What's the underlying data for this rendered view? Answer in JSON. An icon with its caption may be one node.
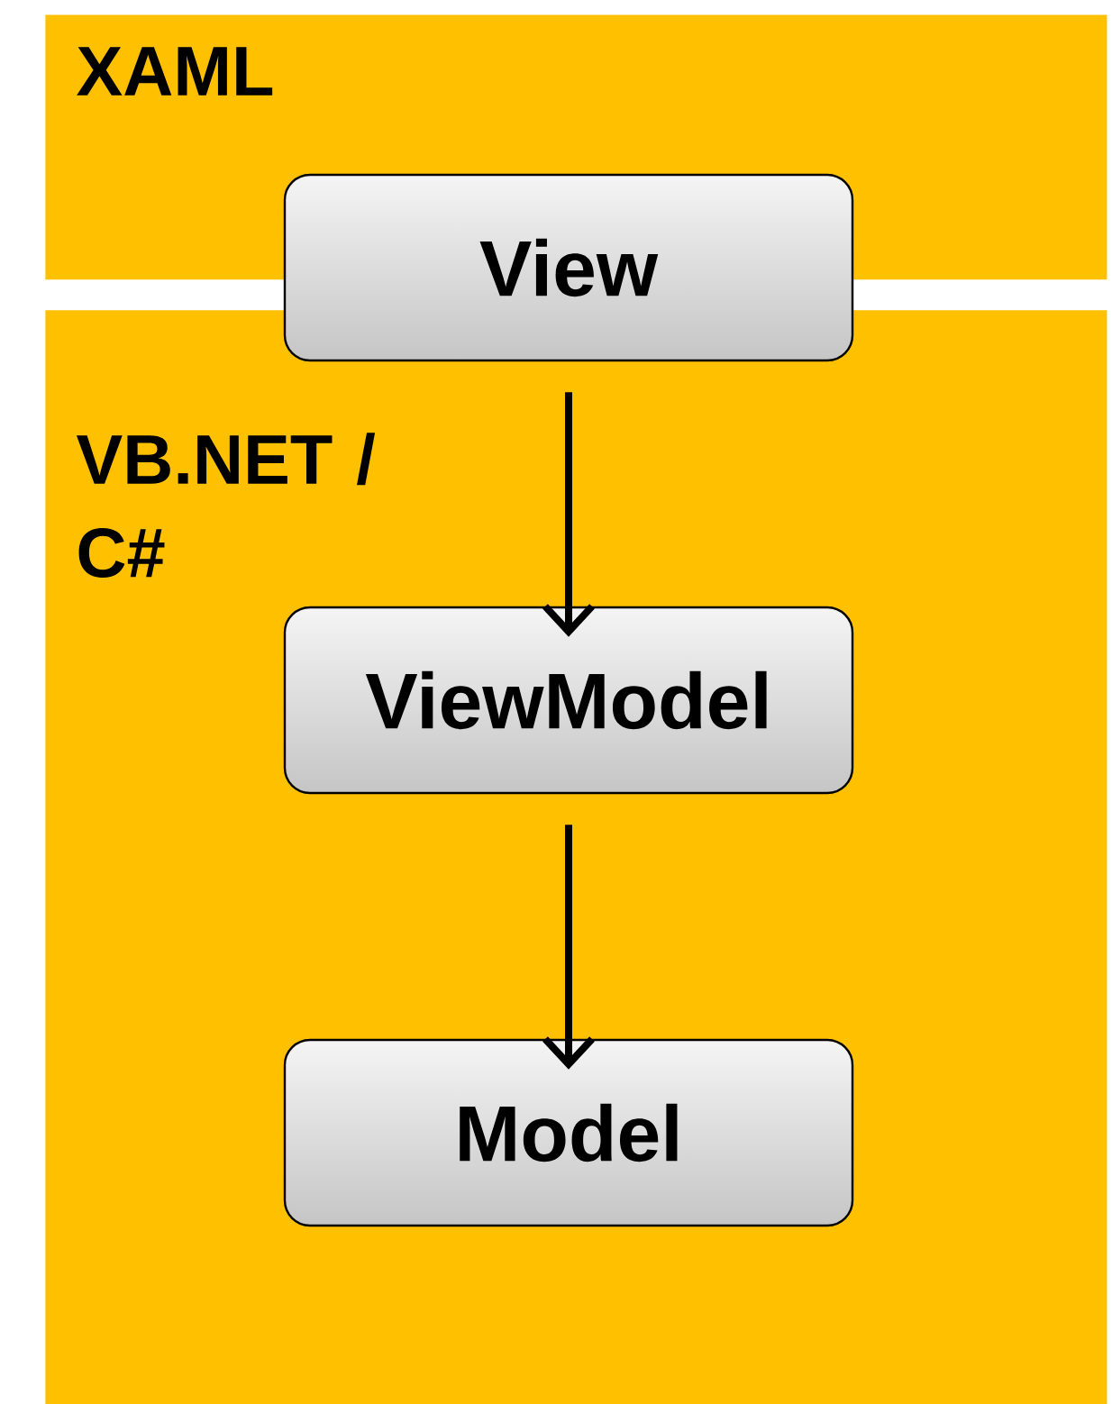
{
  "diagram": {
    "nodes": [
      {
        "text": [
          "XAML"
        ]
      },
      {
        "text": [
          "VB.NET / C#"
        ]
      },
      {
        "text": [
          "View"
        ]
      },
      {
        "text": [
          "ViewModel"
        ],
        "in": 1
      },
      {
        "text": [
          "Model"
        ],
        "in": 1
      }
    ],
    "edges": [
      {
        "from": 2,
        "to": 3,
        "arrow": "to"
      },
      {
        "from": 3,
        "to": 4,
        "arrow": "to"
      }
    ]
  }
}
